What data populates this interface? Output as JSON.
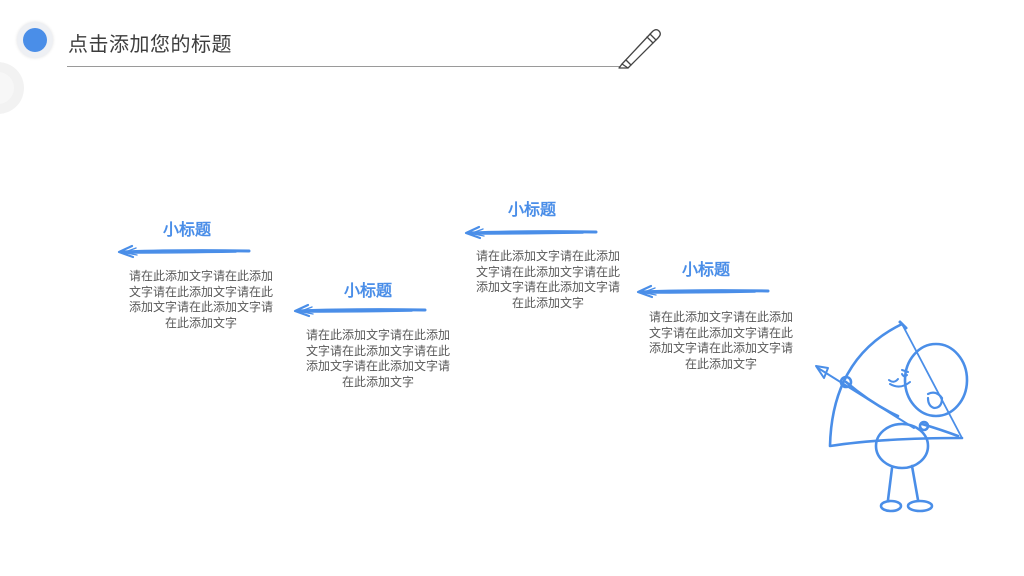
{
  "header": {
    "title": "点击添加您的标题"
  },
  "colors": {
    "accent": "#4a8ee8",
    "text": "#3d3d3d",
    "body": "#595959"
  },
  "icons": {
    "header_dot": "circle-dot-icon",
    "header_pen": "pen-icon",
    "steps_arrow": "hand-drawn-arrow-icon",
    "illustration": "archer-stick-figure-illustration"
  },
  "steps": [
    {
      "title": "小标题",
      "body": "请在此添加文字请在此添加文字请在此添加文字请在此添加文字请在此添加文字请在此添加文字"
    },
    {
      "title": "小标题",
      "body": "请在此添加文字请在此添加文字请在此添加文字请在此添加文字请在此添加文字请在此添加文字"
    },
    {
      "title": "小标题",
      "body": "请在此添加文字请在此添加文字请在此添加文字请在此添加文字请在此添加文字请在此添加文字"
    },
    {
      "title": "小标题",
      "body": "请在此添加文字请在此添加文字请在此添加文字请在此添加文字请在此添加文字请在此添加文字"
    }
  ]
}
